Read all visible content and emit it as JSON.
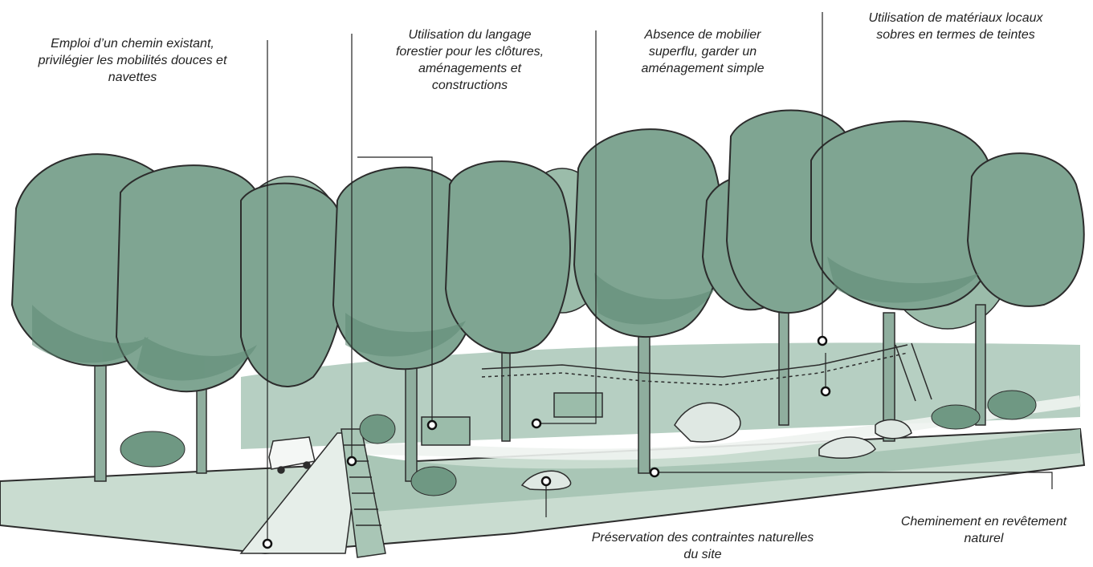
{
  "annotations": [
    {
      "id": "chemin",
      "lines": [
        "Emploi d’un chemin existant,",
        "privilégier les mobilités douces et",
        "navettes"
      ]
    },
    {
      "id": "langage",
      "lines": [
        "Utilisation du langage",
        "forestier pour les clôtures,",
        "aménagements et",
        "constructions"
      ]
    },
    {
      "id": "mobilier",
      "lines": [
        "Absence de mobilier",
        "superflu, garder un",
        "aménagement simple"
      ]
    },
    {
      "id": "materiaux",
      "lines": [
        "Utilisation de matériaux locaux",
        "sobres en termes de teintes"
      ]
    },
    {
      "id": "contraintes",
      "lines": [
        "Préservation des contraintes naturelles",
        "du site"
      ]
    },
    {
      "id": "revetement",
      "lines": [
        "Cheminement en revêtement",
        "naturel"
      ]
    }
  ],
  "colors": {
    "tree": "#7fa592",
    "tree_dark": "#5e8a74",
    "ground": "#c9dcd0",
    "ground_dark": "#9fbfae",
    "path": "#e6eee9",
    "line": "#222222"
  },
  "illustration": "forest-trail-sketch"
}
